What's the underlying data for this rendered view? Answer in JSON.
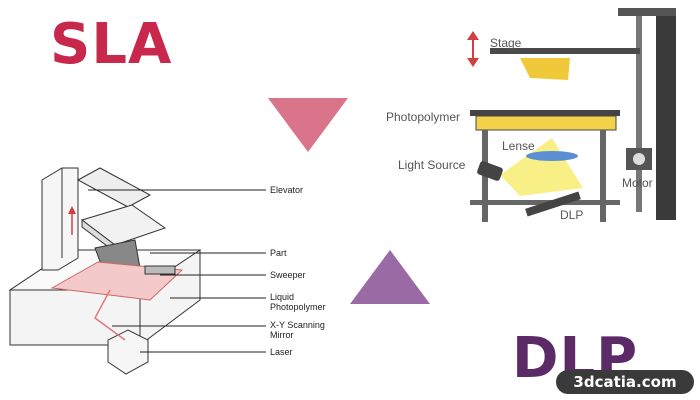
{
  "titles": {
    "sla": "SLA",
    "dlp": "DLP"
  },
  "sla_labels": {
    "elevator": "Elevator",
    "part": "Part",
    "sweeper": "Sweeper",
    "liquid_photopolymer": "Liquid\nPhotopolymer",
    "xy_scanning_mirror": "X-Y Scanning\nMirror",
    "laser": "Laser"
  },
  "dlp_labels": {
    "stage": "Stage",
    "photopolymer": "Photopolymer",
    "lense": "Lense",
    "light_source": "Light Source",
    "dlp": "DLP",
    "motor": "Motor"
  },
  "watermark": "3dcatia.com",
  "colors": {
    "sla_accent": "#c8284c",
    "dlp_accent": "#5c2a66",
    "down_triangle": "#d9748a",
    "up_triangle": "#9a6aa4",
    "resin_yellow": "#f2d24a",
    "light_beam": "#f7ee7a"
  }
}
